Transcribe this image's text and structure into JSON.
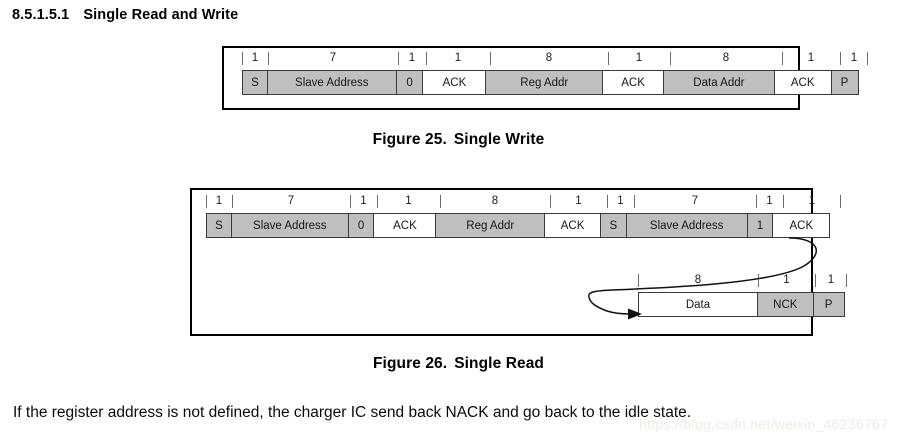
{
  "heading": {
    "number": "8.5.1.5.1",
    "title": "Single Read and Write"
  },
  "figures": [
    {
      "id": "single-write",
      "caption_label": "Figure 25.",
      "caption_title": "Single Write",
      "rows": [
        {
          "fields": [
            {
              "width": "1",
              "label": "S",
              "fill": "gray",
              "px": 26
            },
            {
              "width": "7",
              "label": "Slave Address",
              "fill": "gray",
              "px": 130
            },
            {
              "width": "1",
              "label": "0",
              "fill": "gray",
              "px": 28
            },
            {
              "width": "1",
              "label": "ACK",
              "fill": "white",
              "px": 64
            },
            {
              "width": "8",
              "label": "Reg Addr",
              "fill": "gray",
              "px": 118
            },
            {
              "width": "1",
              "label": "ACK",
              "fill": "white",
              "px": 62
            },
            {
              "width": "8",
              "label": "Data Addr",
              "fill": "gray",
              "px": 112
            },
            {
              "width": "1",
              "label": "ACK",
              "fill": "white",
              "px": 58
            },
            {
              "width": "1",
              "label": "P",
              "fill": "gray",
              "px": 28
            }
          ]
        }
      ]
    },
    {
      "id": "single-read",
      "caption_label": "Figure 26.",
      "caption_title": "Single Read",
      "rows": [
        {
          "fields": [
            {
              "width": "1",
              "label": "S",
              "fill": "gray",
              "px": 26
            },
            {
              "width": "7",
              "label": "Slave Address",
              "fill": "gray",
              "px": 118
            },
            {
              "width": "1",
              "label": "0",
              "fill": "gray",
              "px": 27
            },
            {
              "width": "1",
              "label": "ACK",
              "fill": "white",
              "px": 63
            },
            {
              "width": "8",
              "label": "Reg Addr",
              "fill": "gray",
              "px": 110
            },
            {
              "width": "1",
              "label": "ACK",
              "fill": "white",
              "px": 57
            },
            {
              "width": "1",
              "label": "S",
              "fill": "gray",
              "px": 27
            },
            {
              "width": "7",
              "label": "Slave Address",
              "fill": "gray",
              "px": 122
            },
            {
              "width": "1",
              "label": "1",
              "fill": "gray",
              "px": 27
            },
            {
              "width": "1",
              "label": "ACK",
              "fill": "white",
              "px": 58
            }
          ]
        },
        {
          "fields": [
            {
              "width": "8",
              "label": "Data",
              "fill": "white",
              "px": 120
            },
            {
              "width": "1",
              "label": "NCK",
              "fill": "gray",
              "px": 57
            },
            {
              "width": "1",
              "label": "P",
              "fill": "gray",
              "px": 32
            }
          ]
        }
      ]
    }
  ],
  "body_text": "If the register address is not defined, the charger IC send back NACK and go back to the idle state.",
  "watermark": "https://blog.csdn.net/weixin_46236767"
}
